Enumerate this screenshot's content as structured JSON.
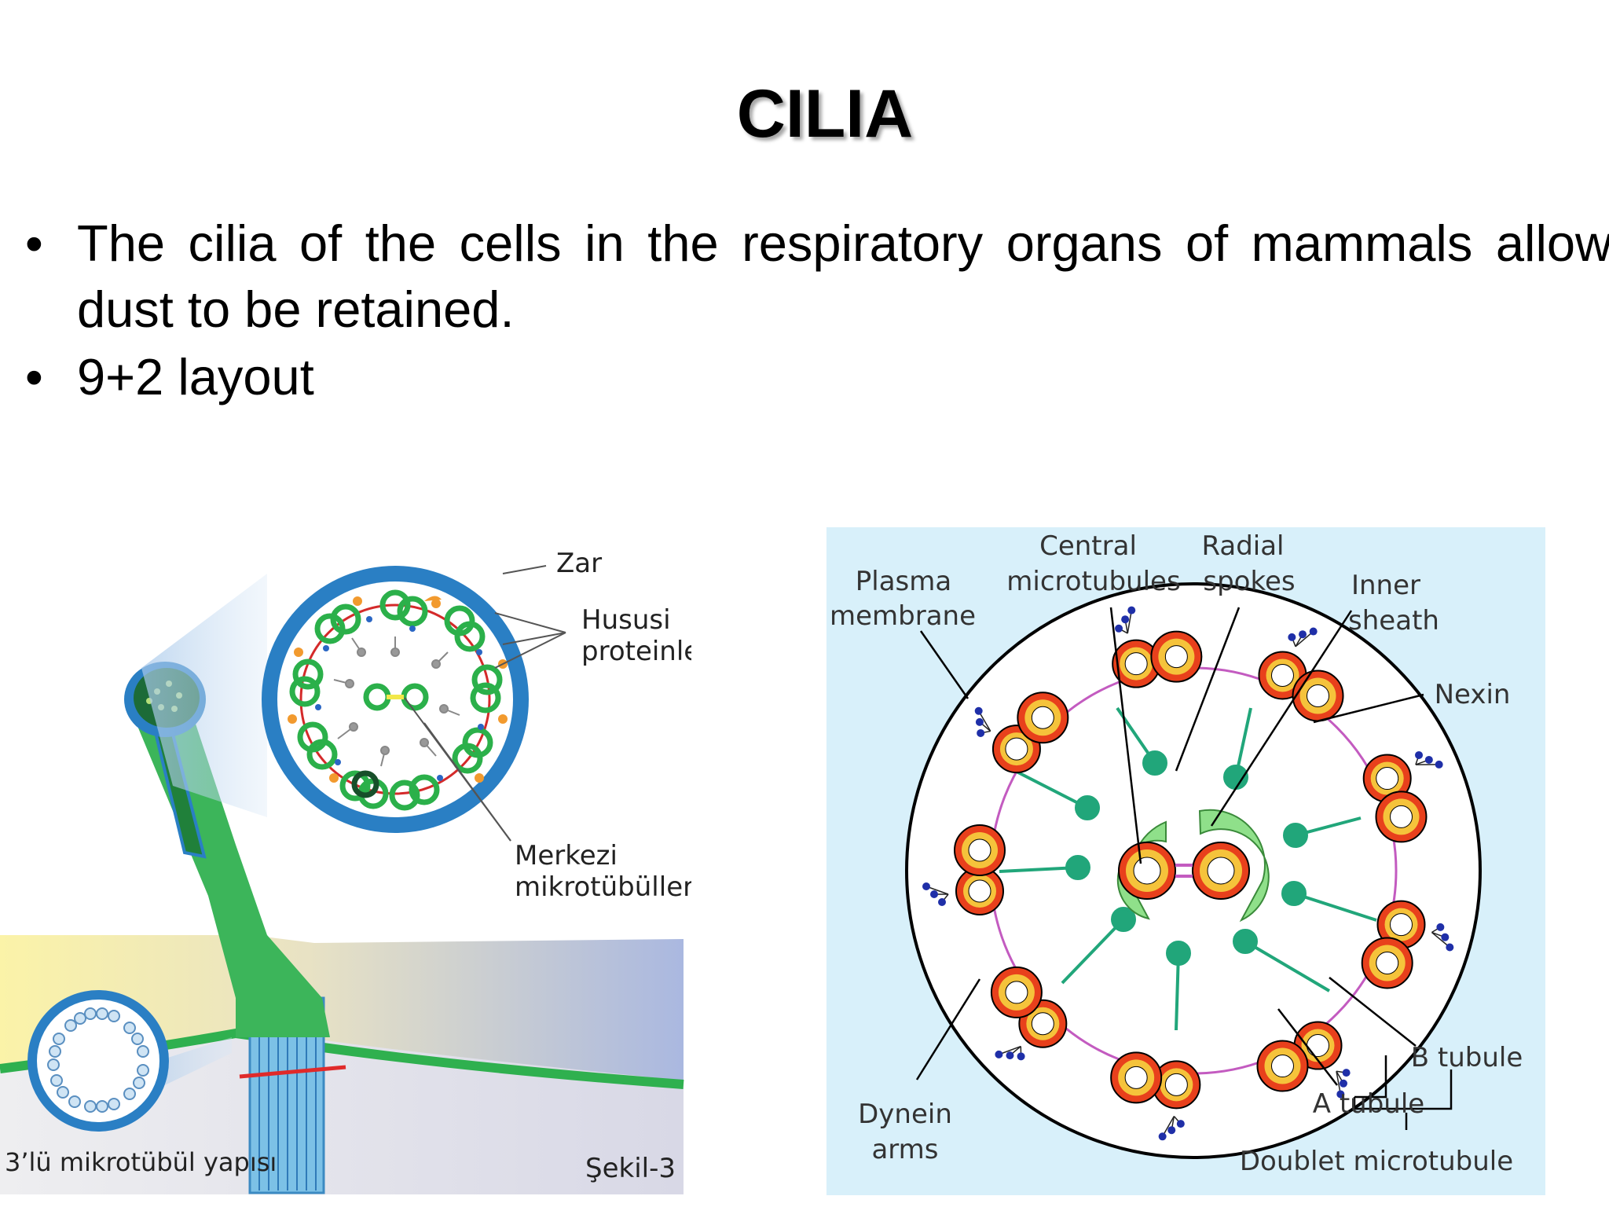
{
  "slide": {
    "title": "CILIA",
    "bullets": [
      "The cilia of the cells in the respiratory organs of mammals allow dust to be retained.",
      "9+2 layout"
    ]
  },
  "figure_left": {
    "labels": {
      "zar": "Zar",
      "hususi_1": "Hususi",
      "hususi_2": "proteinler",
      "merkezi_1": "Merkezi",
      "merkezi_2": "mikrotübüller",
      "triplet": "3’lü mikrotübül yapısı",
      "caption": "Şekil-3"
    },
    "colors": {
      "cilium": "#3cb55a",
      "ring": "#2a7fc4",
      "accent": "#f29a2e",
      "membrane": "#d42a2a"
    }
  },
  "figure_right": {
    "labels": {
      "central_1": "Central",
      "central_2": "microtubules",
      "radial_1": "Radial",
      "radial_2": "spokes",
      "plasma_1": "Plasma",
      "plasma_2": "membrane",
      "inner_1": "Inner",
      "inner_2": "sheath",
      "nexin": "Nexin",
      "b_tubule": "B tubule",
      "a_tubule": "A tubule",
      "dynein_1": "Dynein",
      "dynein_2": "arms",
      "doublet": "Doublet microtubule"
    },
    "colors": {
      "background": "#d8f0fa",
      "doublet_outer": "#e8401c",
      "doublet_inner": "#f5c33b",
      "spoke": "#21a67a",
      "dynein": "#1f2fa8"
    }
  }
}
